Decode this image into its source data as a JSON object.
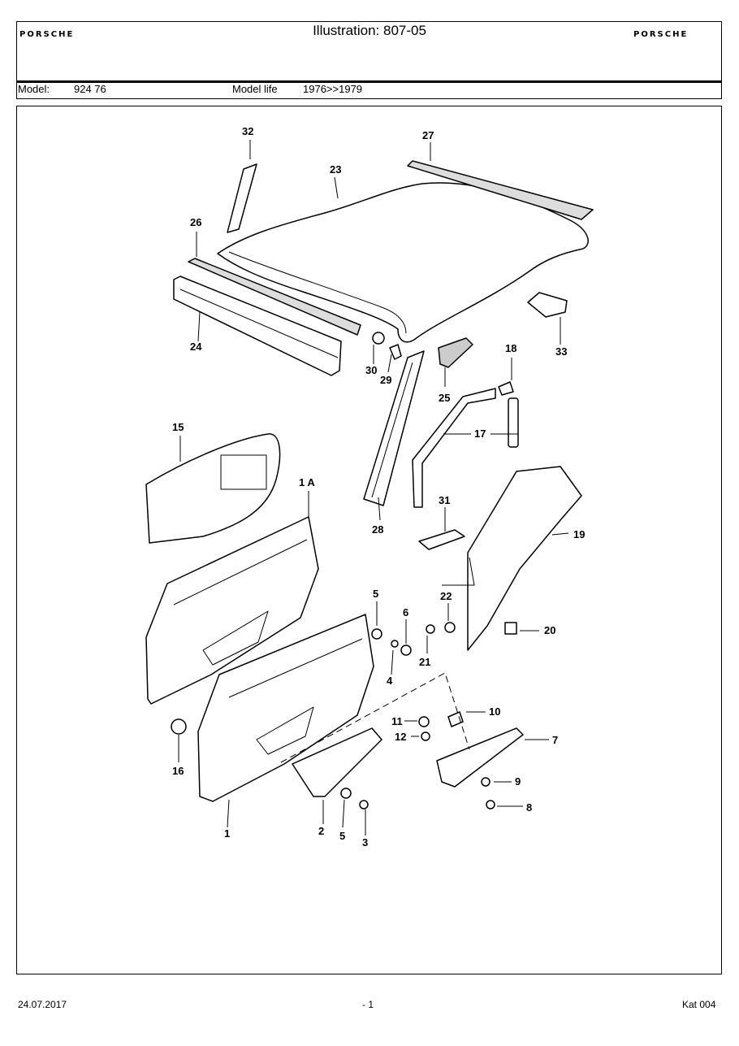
{
  "header": {
    "logo_left": "PORSCHE",
    "title": "Illustration: 807-05",
    "logo_right": "PORSCHE"
  },
  "model_bar": {
    "model_label": "Model:",
    "model_value": "924 76",
    "life_label": "Model life",
    "life_value": "1976>>1979"
  },
  "callouts": [
    "32",
    "27",
    "23",
    "26",
    "24",
    "30",
    "29",
    "25",
    "18",
    "33",
    "15",
    "17",
    "1 A",
    "28",
    "31",
    "19",
    "5",
    "6",
    "22",
    "21",
    "20",
    "4",
    "11",
    "10",
    "12",
    "7",
    "16",
    "9",
    "8",
    "1",
    "2",
    "5",
    "3"
  ],
  "footer": {
    "date": "24.07.2017",
    "page": "- 1",
    "catalog": "Kat 004"
  }
}
